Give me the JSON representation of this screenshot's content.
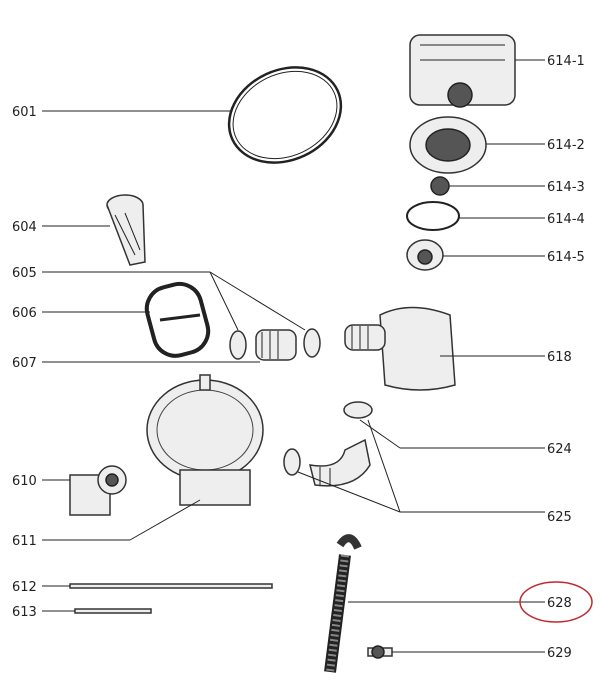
{
  "diagram": {
    "labels": {
      "p601": "601",
      "p604": "604",
      "p605": "605",
      "p606": "606",
      "p607": "607",
      "p610": "610",
      "p611": "611",
      "p612": "612",
      "p613": "613",
      "p614_1": "614-1",
      "p614_2": "614-2",
      "p614_3": "614-3",
      "p614_4": "614-4",
      "p614_5": "614-5",
      "p618": "618",
      "p624": "624",
      "p625": "625",
      "p628": "628",
      "p629": "629"
    },
    "highlight_color": "#c0282d"
  }
}
